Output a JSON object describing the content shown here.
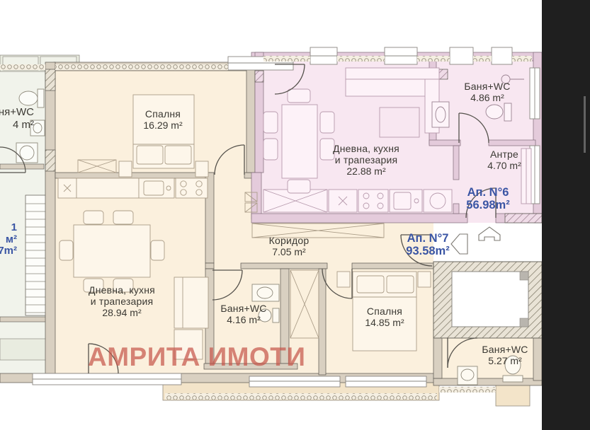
{
  "watermark": {
    "text": "АМРИТА ИМОТИ",
    "color": "#c4554a"
  },
  "apartments": {
    "ap6": {
      "label": "Ап. N°6",
      "area": "56.98m²",
      "fill": "#f8e7f1"
    },
    "ap7": {
      "label": "Ап. N°7",
      "area": "93.58m²",
      "fill": "#fbf0dd"
    }
  },
  "rooms": {
    "bedroom1": {
      "name": "Спалня",
      "area": "16.29 m²"
    },
    "bath6": {
      "name": "Баня+WC",
      "area": "4.86 m²"
    },
    "living6": {
      "name1": "Дневна, кухня",
      "name2": "и трапезария",
      "area": "22.88 m²"
    },
    "antre": {
      "name": "Антре",
      "area": "4.70 m²"
    },
    "koridor": {
      "name": "Коридор",
      "area": "7.05 m²"
    },
    "living7": {
      "name1": "Дневна, кухня",
      "name2": "и трапезария",
      "area": "28.94 m²"
    },
    "bath7a": {
      "name": "Баня+WC",
      "area": "4.16 m²"
    },
    "bedroom2": {
      "name": "Спалня",
      "area": "14.85 m²"
    },
    "bath7b": {
      "name": "Баня+WC",
      "area": "5.27 m²"
    }
  },
  "partial_labels": {
    "left_room_name": "ня+WC",
    "left_room_area": "4 m²",
    "left_apt_line1": "1",
    "left_apt_line2": "м²",
    "left_apt_line3": "7m²"
  },
  "colors": {
    "background": "#ffffff",
    "side_band": "#1f1f1f",
    "apartment_label_blue": "#3a55a4",
    "room_label_text": "#3b3933",
    "balcony_fill": "#f3e4c9",
    "left_unit_fill": "#f1f3eb",
    "wall_fill": "#d9d0c1",
    "pink_wall_fill": "#e4cbdb",
    "watermark_red": "#c4554a"
  },
  "icons": {
    "up_arrow": "direction-up-arrow",
    "left_arrow": "direction-left-arrow"
  }
}
